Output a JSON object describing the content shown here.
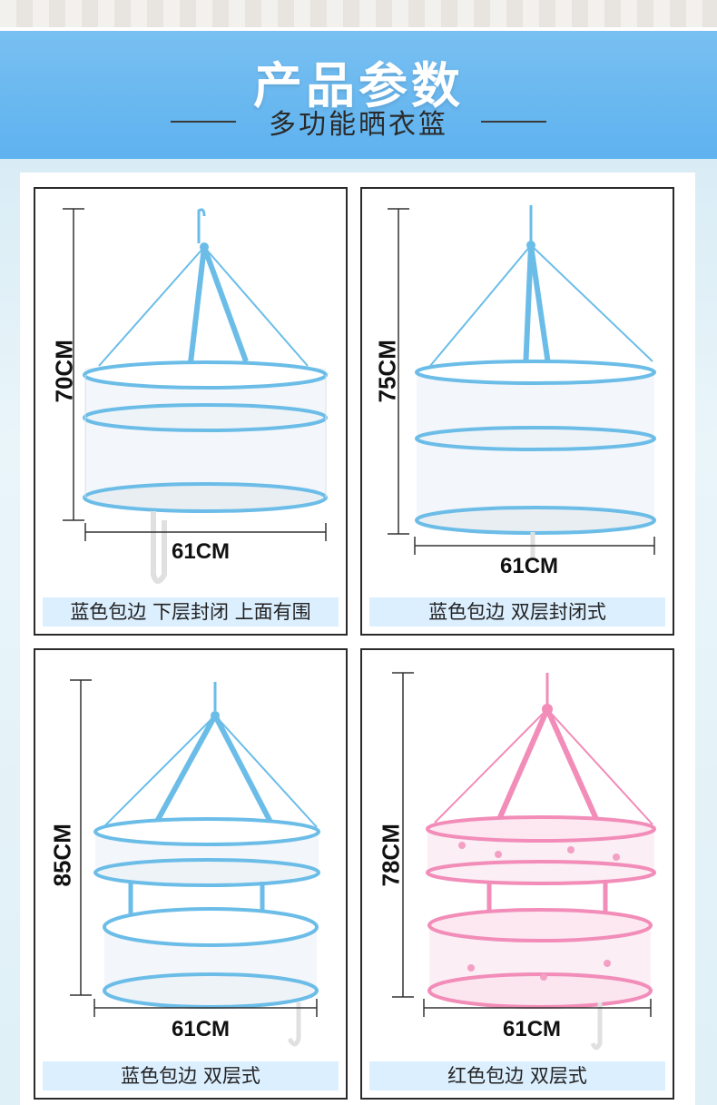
{
  "header": {
    "title": "产品参数",
    "subtitle": "多功能晒衣篮"
  },
  "colors": {
    "header_blue": "#5eb2ef",
    "basket_blue": "#6bbde8",
    "basket_pink": "#f28cb8",
    "caption_bg": "#dcefff"
  },
  "products": [
    {
      "height": "70CM",
      "width": "61CM",
      "caption": "蓝色包边 下层封闭 上面有围"
    },
    {
      "height": "75CM",
      "width": "61CM",
      "caption": "蓝色包边 双层封闭式"
    },
    {
      "height": "85CM",
      "width": "61CM",
      "caption": "蓝色包边 双层式"
    },
    {
      "height": "78CM",
      "width": "61CM",
      "caption": "红色包边 双层式"
    }
  ]
}
